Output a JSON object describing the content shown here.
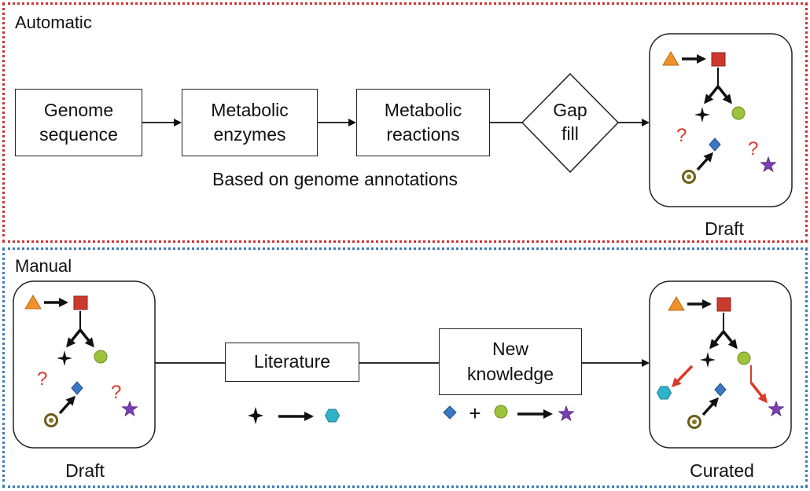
{
  "automatic": {
    "title": "Automatic",
    "steps": [
      "Genome\nsequence",
      "Metabolic\nenzymes",
      "Metabolic\nreactions"
    ],
    "decision": [
      "Gap",
      "fill"
    ],
    "note": "Based on genome annotations",
    "result_label": "Draft"
  },
  "manual": {
    "title": "Manual",
    "input_label": "Draft",
    "source1": "Literature",
    "source2": "New\nknowledge",
    "plus": "+",
    "output_label": "Curated"
  },
  "unknown_mark": "?",
  "colors": {
    "automatic_border": "#cc3333",
    "manual_border": "#3d7ab8",
    "triangle": "#f0922a",
    "square": "#cc3a2e",
    "circle": "#9dc23b",
    "diamond": "#3b78c4",
    "star": "#7c3fb5",
    "hexagon": "#2fb3c9",
    "question": "#d93a2a",
    "curation_arrow": "#d93a2a",
    "ring": "#8a7a22"
  }
}
